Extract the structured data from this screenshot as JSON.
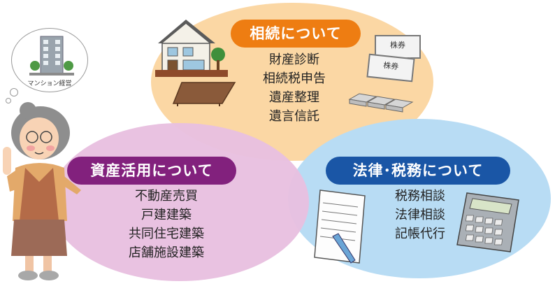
{
  "inheritance": {
    "title": "相続について",
    "items": [
      "財産診断",
      "相続税申告",
      "遺産整理",
      "遺言信託"
    ],
    "stock_label": "株券"
  },
  "assets": {
    "title": "資産活用について",
    "items": [
      "不動産売買",
      "戸建建築",
      "共同住宅建築",
      "店舗施設建築"
    ]
  },
  "legal_tax": {
    "title": "法律･税務について",
    "items": [
      "税務相談",
      "法律相談",
      "記帳代行"
    ]
  },
  "thought_bubble": {
    "label": "マンション経営"
  },
  "colors": {
    "inheritance_bg": "#fbd7a4",
    "inheritance_pill": "#ee7d12",
    "assets_bg": "#e8bfe0",
    "assets_pill": "#82217d",
    "legal_bg": "#b8dcf4",
    "legal_pill": "#1a56a6"
  }
}
